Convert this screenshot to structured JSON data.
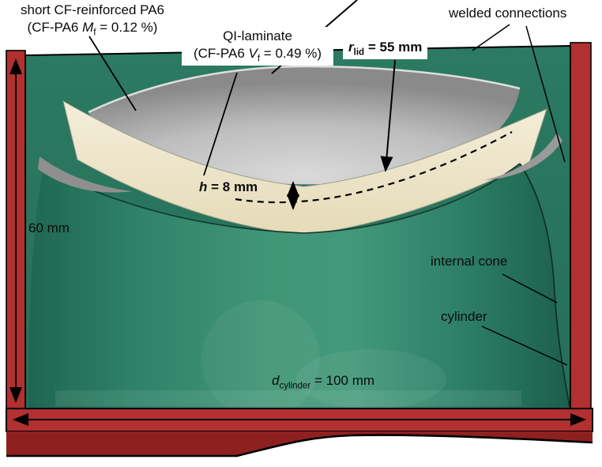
{
  "figure": {
    "annotations": {
      "short_cf_line1": "short CF-reinforced PA6",
      "short_cf_l2_pre": "(CF-PA6 ",
      "short_cf_sym": "M",
      "short_cf_sub": "f",
      "short_cf_l2_post": " = 0.12 %)",
      "qi_line1": "QI-laminate",
      "qi_l2_pre": "(CF-PA6 ",
      "qi_sym": "V",
      "qi_sub": "f",
      "qi_l2_post": " = 0.49 %)",
      "r_sym": "r",
      "r_sub": "lid",
      "r_post": " = 55 mm",
      "welded": "welded connections",
      "dim_height": "60 mm",
      "h_sym": "h",
      "h_post": " = 8 mm",
      "internal_cone": "internal cone",
      "cylinder": "cylinder",
      "d_sym": "d",
      "d_sub": "cylinder",
      "d_post": " = 100 mm"
    },
    "colors": {
      "body_green": "#2e8168",
      "cut_red": "#b23030",
      "lower_red": "#8e2020",
      "lid_gray": "#b0b0b0",
      "laminate_cream": "#ece2c2",
      "line_black": "#000000"
    }
  }
}
